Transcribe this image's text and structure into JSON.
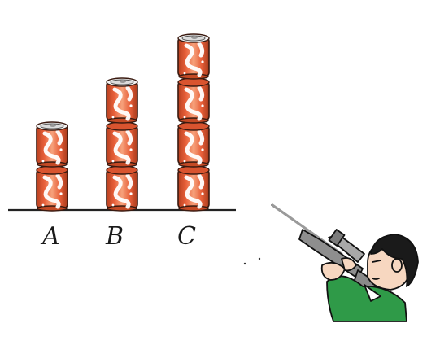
{
  "labels": {
    "a": "A",
    "b": "B",
    "c": "C"
  },
  "stacks": {
    "a": 2,
    "b": 3,
    "c": 4
  },
  "colors": {
    "can": "#e8603a",
    "can_dark": "#b8401f",
    "can_light": "#f6a27c",
    "lid": "#f2f2f2",
    "ground": "#222222",
    "shirt": "#2f9a48",
    "skin": "#f7d7c0",
    "hair": "#1a1a1a",
    "rifle": "#8a8a8a"
  },
  "icons": {
    "can": "soda-can-icon",
    "shooter": "shooter-with-rifle-icon"
  }
}
